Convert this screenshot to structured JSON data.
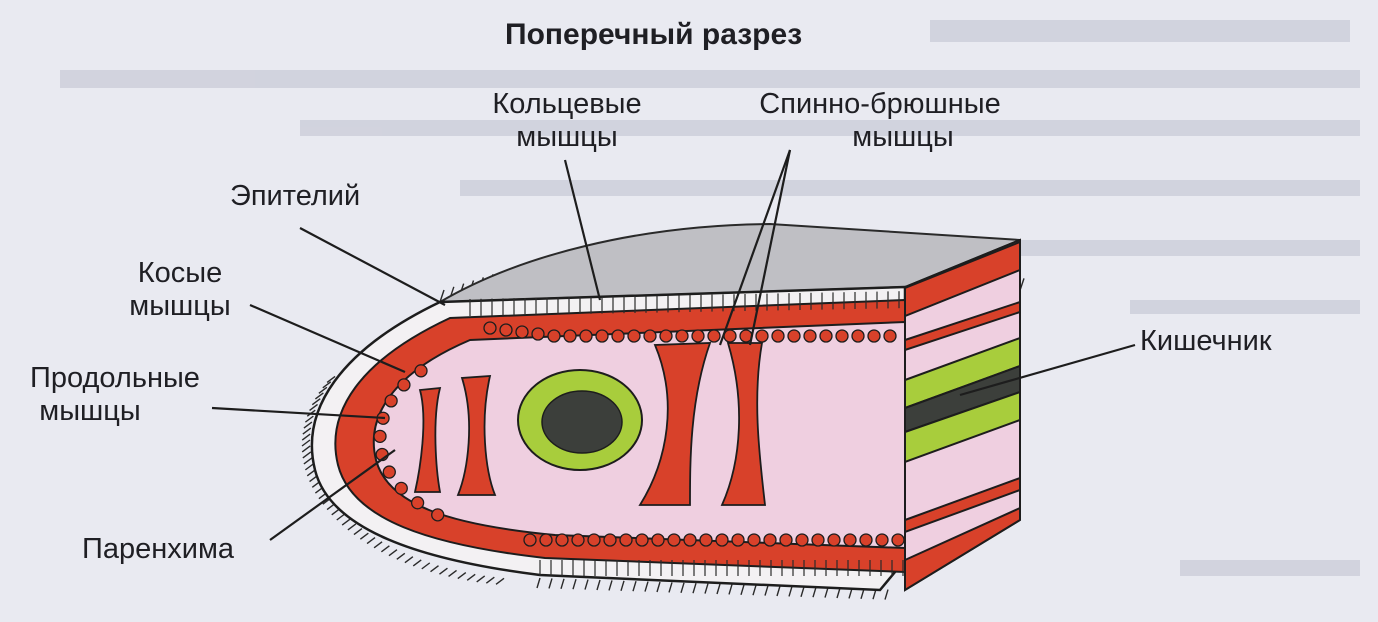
{
  "title": "Поперечный разрез",
  "labels": {
    "ring": [
      "Кольцевые",
      "мышцы"
    ],
    "dorsoventral": [
      "Спинно-брюшные",
      "мышцы"
    ],
    "epithelium": "Эпителий",
    "oblique": [
      "Косые",
      "мышцы"
    ],
    "longitudinal": [
      "Продольные",
      "мышцы"
    ],
    "parenchyma": "Паренхима",
    "intestine": "Кишечник"
  },
  "colors": {
    "background": "#e9eaf1",
    "muscle": "#d8412a",
    "muscle_dark": "#b8301e",
    "parenchyma": "#efcfe0",
    "gut_wall": "#a8cd3c",
    "gut_lumen": "#3c3f3b",
    "epithelium": "#f3f1f3",
    "outline": "#1d1d1d"
  }
}
